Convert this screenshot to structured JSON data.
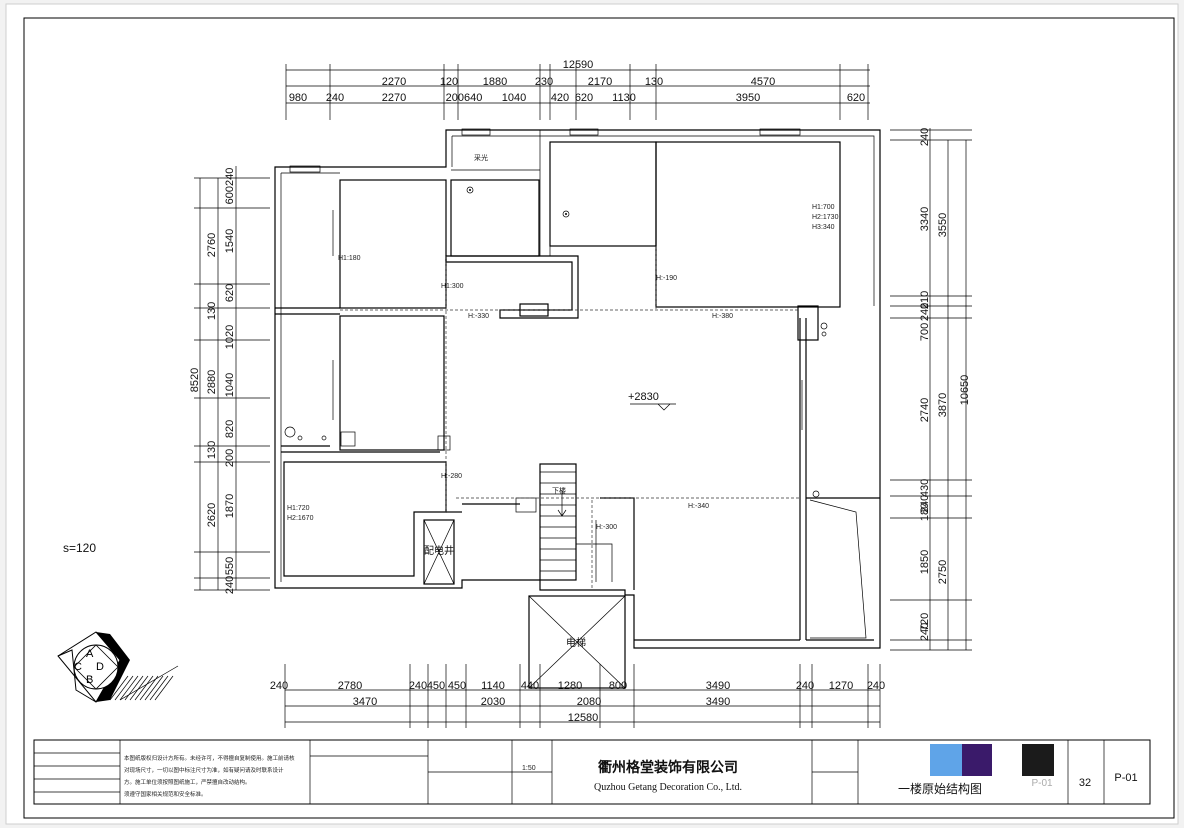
{
  "plan": {
    "top_overall": "12590",
    "top_row1": [
      "2270",
      "120",
      "1880",
      "230",
      "2170",
      "130",
      "4570"
    ],
    "top_row2": [
      "980",
      "240",
      "2270",
      "200640",
      "1040",
      "420",
      "620",
      "1130",
      "3950",
      "620"
    ],
    "bottom_row1": [
      "240",
      "2780",
      "240",
      "450",
      "450",
      "1140",
      "440",
      "1280",
      "800",
      "3490",
      "240",
      "1270",
      "240"
    ],
    "bottom_row2": [
      "3470",
      "2030",
      "2080",
      "3490"
    ],
    "bottom_overall": "12580",
    "left_overall": "8520",
    "left_row1": [
      "2760",
      "130",
      "2880",
      "130",
      "2620"
    ],
    "left_row2": [
      "600240",
      "1540",
      "620",
      "1020",
      "1040",
      "820",
      "200",
      "1870",
      "550",
      "240"
    ],
    "right_overall": "10650",
    "right_row1": [
      "3550",
      "3870",
      "2750"
    ],
    "right_row2": [
      "240",
      "3340",
      "210",
      "240",
      "700",
      "2740",
      "430",
      "240",
      "180",
      "1850",
      "240",
      "720"
    ],
    "room_labels": {
      "skylight": "采光",
      "h1_180": "H1:180",
      "h1_300": "H1:300",
      "h_190": "H:-190",
      "h_330": "H:-330",
      "h_380": "H:-380",
      "h1_700": "H1:700",
      "h2_1730": "H2:1730",
      "h3_340": "H3:340",
      "h_280": "H:-280",
      "h_340": "H:-340",
      "h_300": "H:-300",
      "h1_720": "H1:720",
      "h2_1670": "H2:1670",
      "down": "下楼",
      "shaft": "配电井",
      "elevator": "电梯",
      "elevation": "+2830"
    },
    "scale_note": "s=120",
    "compass": [
      "A",
      "B",
      "C",
      "D"
    ]
  },
  "title_block": {
    "company_cn": "衢州格堂装饰有限公司",
    "company_en": "Quzhou Getang Decoration Co., Ltd.",
    "drawing_name": "一楼原始结构图",
    "sheet_no": "P-01",
    "sheet_no_faded": "P-01",
    "count": "32",
    "scale": "1:50",
    "note_line1": "本图纸版权归设计方所有。未经许可，不得擅自复制使用。施工前请核",
    "note_line2": "对现场尺寸，一切以图中标注尺寸为准，如有疑问请及时联系设计",
    "note_line3": "方。施工单位须按照图纸施工，严禁擅自改动结构。",
    "note_line4": "须遵守国家相关规范和安全标准。"
  }
}
